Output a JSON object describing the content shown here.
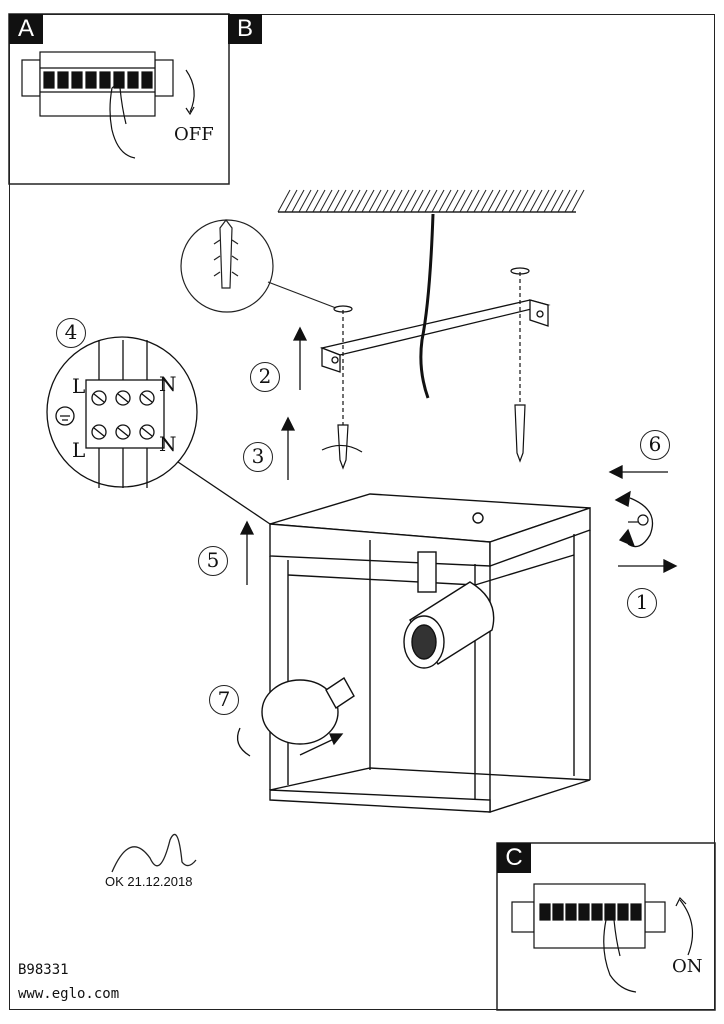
{
  "panels": {
    "a": {
      "letter": "A",
      "status": "OFF"
    },
    "b": {
      "letter": "B"
    },
    "c": {
      "letter": "C",
      "status": "ON"
    }
  },
  "steps": [
    "1",
    "2",
    "3",
    "4",
    "5",
    "6",
    "7"
  ],
  "terminal": {
    "l_top": "L",
    "n_top": "N",
    "l_bottom": "L",
    "n_bottom": "N"
  },
  "approval": "OK 21.12.2018",
  "footer": {
    "model": "B98331",
    "website": "www.eglo.com"
  }
}
